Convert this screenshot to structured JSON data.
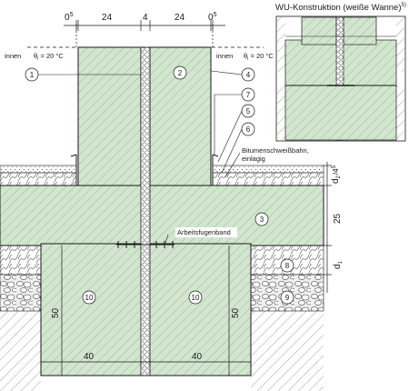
{
  "colors": {
    "concrete": "#d2e6cf",
    "concrete_hatch": "#97b893",
    "insulation": "#ffffff",
    "gravel": "#ececec",
    "earth_hatch": "#8a8a8a",
    "line": "#1a1a1a"
  },
  "top_dims": {
    "left_gap": "0",
    "left_gap_sup": "5",
    "wall_left": "24",
    "joint": "4",
    "wall_right": "24",
    "right_gap": "0",
    "right_gap_sup": "5"
  },
  "temp_left": {
    "side": "innen",
    "theta": "θ",
    "sub": "i",
    "value": " = 20 °C"
  },
  "temp_right": {
    "side": "innen",
    "theta": "θ",
    "sub": "i",
    "value": " = 20 °C"
  },
  "right_dims": {
    "d2": "d",
    "d2_sub": "2",
    "d2_extra": "4",
    "d2_extra_sup": "5",
    "slab": "25",
    "d1": "d",
    "d1_sub": "1"
  },
  "bottom_dims": {
    "footing_left": "40",
    "footing_right": "40"
  },
  "footing_height_left": "50",
  "footing_height_right": "50",
  "labels": {
    "bitumen_line1": "Bitumenschweißbahn,",
    "bitumen_line2": "einlagig",
    "arbeitsfuge": "Arbeitsfugenband"
  },
  "inset": {
    "title": "WU-Konstruktion (weiße Wanne)",
    "title_sup": "5)"
  },
  "callouts": [
    "1",
    "2",
    "3",
    "4",
    "5",
    "6",
    "7",
    "8",
    "9",
    "10",
    "10"
  ]
}
